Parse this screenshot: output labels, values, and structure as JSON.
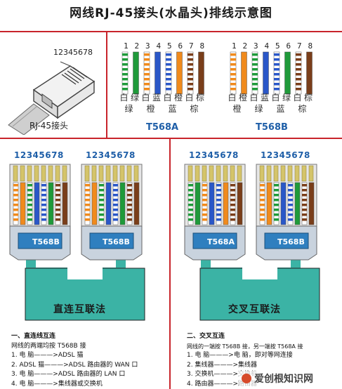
{
  "title": "网线RJ-45接头(水晶头)排线示意图",
  "rj45": {
    "pin_label": "12345678",
    "caption": "RJ-45接头"
  },
  "colors": {
    "white_orange": [
      "#ffffff",
      "#f08a1c"
    ],
    "orange": "#f08a1c",
    "white_green": [
      "#ffffff",
      "#1f9a3a"
    ],
    "green": "#1f9a3a",
    "white_blue": [
      "#ffffff",
      "#2a57c8"
    ],
    "blue": "#2a57c8",
    "white_brown": [
      "#ffffff",
      "#7a3e1a"
    ],
    "brown": "#7a3e1a",
    "accent_red": "#c8242b",
    "teal": "#3bb3a5",
    "plug_blue": "#2f7fbf"
  },
  "standards": {
    "t568a": {
      "label": "T568A",
      "numbers": [
        "1",
        "2",
        "3",
        "4",
        "5",
        "6",
        "7",
        "8"
      ],
      "names_top": [
        "白",
        "绿",
        "白",
        "蓝",
        "白",
        "橙",
        "白",
        "棕"
      ],
      "names_bottom": [
        "绿",
        "",
        "橙",
        "",
        "蓝",
        "",
        "棕",
        ""
      ],
      "wires": [
        "white_green",
        "green",
        "white_orange",
        "blue",
        "white_blue",
        "orange",
        "white_brown",
        "brown"
      ]
    },
    "t568b": {
      "label": "T568B",
      "numbers": [
        "1",
        "2",
        "3",
        "4",
        "5",
        "6",
        "7",
        "8"
      ],
      "names_top": [
        "白",
        "橙",
        "白",
        "蓝",
        "白",
        "绿",
        "白",
        "棕"
      ],
      "names_bottom": [
        "橙",
        "",
        "绿",
        "",
        "蓝",
        "",
        "棕",
        ""
      ],
      "wires": [
        "white_orange",
        "orange",
        "white_green",
        "blue",
        "white_blue",
        "green",
        "white_brown",
        "brown"
      ]
    }
  },
  "straight": {
    "pins_left": "12345678",
    "pins_right": "12345678",
    "left_label": "T568B",
    "right_label": "T568B",
    "method": "直连互联法"
  },
  "cross": {
    "pins_left": "12345678",
    "pins_right": "12345678",
    "left_label": "T568A",
    "right_label": "T568B",
    "method": "交叉互联法"
  },
  "notes_left": {
    "heading": "一、直连线互连",
    "sub": "网线的两端均按 T568B 接",
    "items": [
      "1.  电    脑———>ADSL 猫",
      "2.  ADSL 猫———>ADSL 路由器的 WAN 口",
      "3.  电    脑———>ADSL 路由器的 LAN 口",
      "4.  电    脑———>集线器或交换机"
    ]
  },
  "notes_right": {
    "heading": "二、交叉互连",
    "sub": "网线的一端按 T568B 接，另一端按 T568A 接",
    "items": [
      "1.  电    脑———>电    脑，即对等网连接",
      "2.  集线器———>集线器",
      "3.  交换机———>交换机",
      "4.  路由器———>路由器"
    ]
  },
  "watermark": "爱创根知识网"
}
